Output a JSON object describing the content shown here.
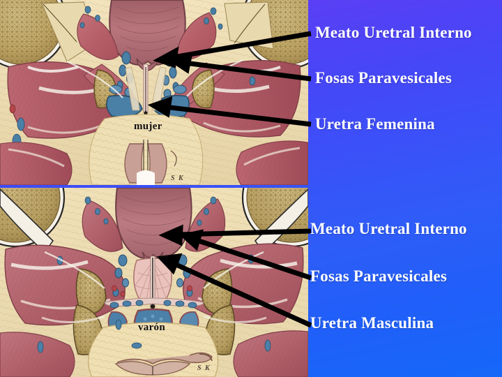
{
  "slide": {
    "background_top_color": "#6a3df2",
    "background_bottom_color": "#1668f9",
    "label_color": "#ffffff",
    "arrow_color": "#000000"
  },
  "figures": [
    {
      "id": "female",
      "caption": "mujer",
      "signature": "S K",
      "labels": [
        "Meato Uretral Interno",
        "Fosas Paravesicales",
        "Uretra Femenina"
      ]
    },
    {
      "id": "male",
      "caption": "varón",
      "signature": "S K",
      "labels": [
        "Meato Uretral Interno",
        "Fosas Paravesicales",
        "Uretra Masculina"
      ]
    }
  ]
}
